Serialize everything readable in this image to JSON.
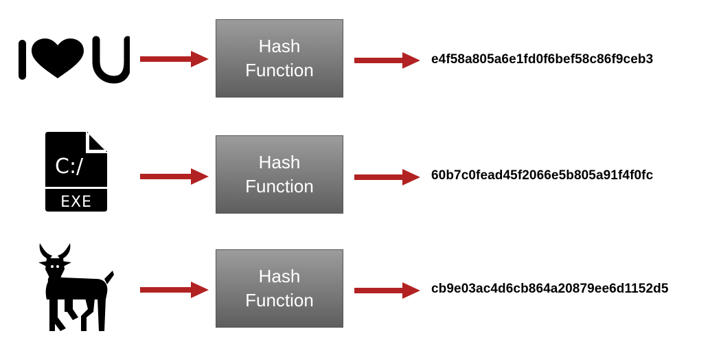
{
  "rows": [
    {
      "input": {
        "icon": "i-heart-u-icon",
        "caption": ""
      },
      "hash_box": {
        "label": "Hash\nFunction"
      },
      "digest": "e4f58a805a6e1fd0f6bef58c86f9ceb3"
    },
    {
      "input": {
        "icon": "exe-file-icon",
        "caption": "EXE"
      },
      "hash_box": {
        "label": "Hash\nFunction"
      },
      "digest": "60b7c0fead45f2066e5b805a91f4f0fc"
    },
    {
      "input": {
        "icon": "goat-icon",
        "caption": ""
      },
      "hash_box": {
        "label": "Hash\nFunction"
      },
      "digest": "cb9e03ac4d6cb864a20879ee6d1152d5"
    }
  ],
  "colors": {
    "arrow": "#b22222",
    "box_text": "#ffffff",
    "icon": "#000000"
  }
}
